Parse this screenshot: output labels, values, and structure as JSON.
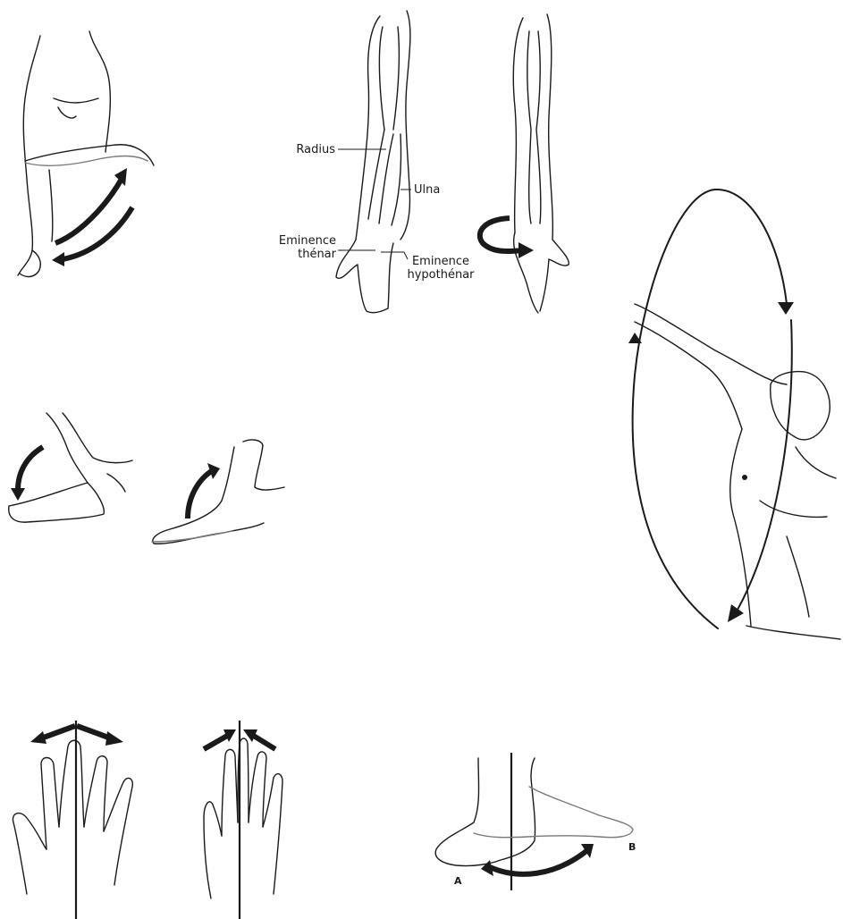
{
  "labels": {
    "radius": "Radius",
    "ulna": "Ulna",
    "eminence_thenar_line1": "Eminence",
    "eminence_thenar_line2": "thénar",
    "eminence_hypothenar_line1": "Eminence",
    "eminence_hypothenar_line2": "hypothénar",
    "foot_a": "A",
    "foot_b": "B"
  },
  "colors": {
    "ink": "#1a1a1a",
    "faint_ink": "#7a7a7a",
    "background": "#ffffff"
  },
  "icons": {
    "arrow": "curved-arrow",
    "axis": "midline"
  }
}
